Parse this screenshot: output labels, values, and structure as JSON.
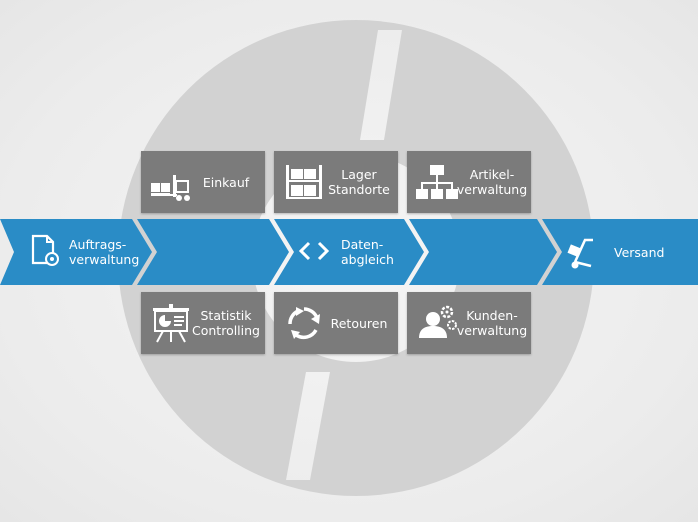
{
  "colors": {
    "band": "#2a8cc6",
    "band_dark": "#1f74a8",
    "tile": "#7b7b7b",
    "ring": "#d2d2d2"
  },
  "top_tiles": [
    {
      "label": "Einkauf",
      "icon": "forklift-pallets-icon"
    },
    {
      "label": "Lager\nStandorte",
      "icon": "warehouse-shelf-icon"
    },
    {
      "label": "Artikel-\nverwaltung",
      "icon": "hierarchy-boxes-icon"
    }
  ],
  "bottom_tiles": [
    {
      "label": "Statistik\nControlling",
      "icon": "presentation-board-icon"
    },
    {
      "label": "Retouren",
      "icon": "cycle-arrows-icon"
    },
    {
      "label": "Kunden-\nverwaltung",
      "icon": "user-gears-icon"
    }
  ],
  "band": [
    {
      "label": "Auftrags-\nverwaltung",
      "icon": "document-gear-icon"
    },
    {
      "label": "",
      "icon": ""
    },
    {
      "label": "Daten-\nabgleich",
      "icon": "sync-arrows-icon"
    },
    {
      "label": "",
      "icon": ""
    },
    {
      "label": "Versand",
      "icon": "hand-truck-icon"
    }
  ]
}
